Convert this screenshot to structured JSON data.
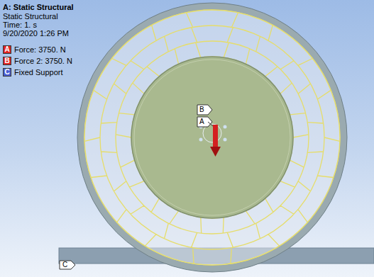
{
  "diagram": {
    "title": "A: Static Structural",
    "labels": [
      "Static Structural",
      "Time: 1. s",
      "9/20/2020 1:26 PM",
      "A",
      "B",
      "C",
      "B",
      "A",
      "C"
    ],
    "legend": [
      {
        "text": "Force: 3750. N",
        "color": "#e02424"
      },
      {
        "text": "Force 2: 3750. N",
        "color": "#e02424"
      },
      {
        "text": "Fixed Support",
        "color": "#4a5fd4"
      }
    ]
  }
}
